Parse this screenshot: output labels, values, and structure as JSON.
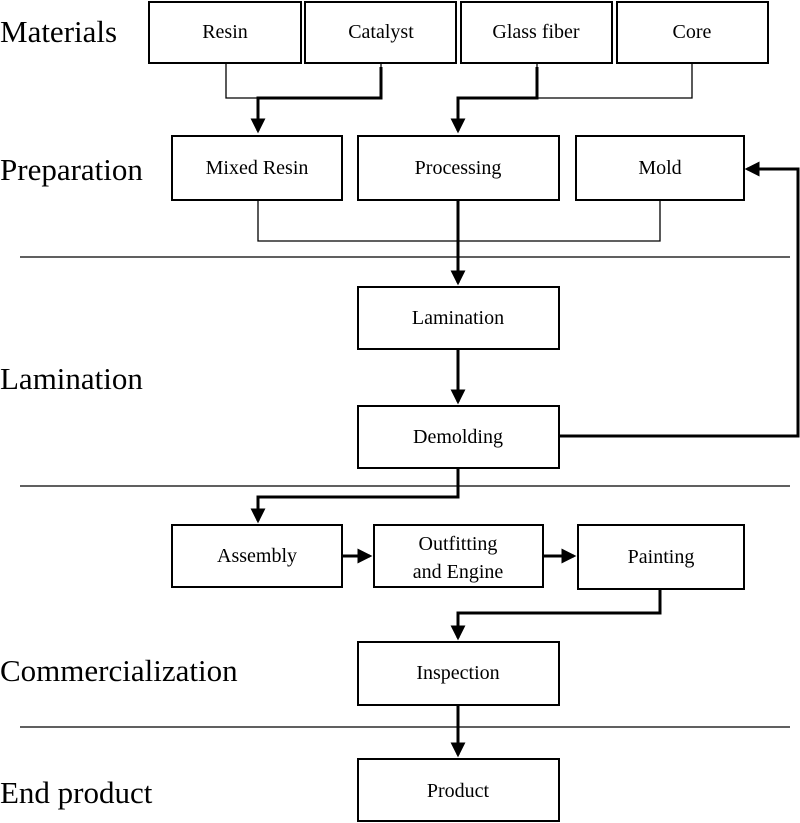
{
  "stages": {
    "materials": "Materials",
    "preparation": "Preparation",
    "lamination": "Lamination",
    "commercialization": "Commercialization",
    "end_product": "End product"
  },
  "boxes": {
    "resin": "Resin",
    "catalyst": "Catalyst",
    "glass_fiber": "Glass fiber",
    "core": "Core",
    "mixed_resin": "Mixed Resin",
    "processing": "Processing",
    "mold": "Mold",
    "lamination": "Lamination",
    "demolding": "Demolding",
    "assembly": "Assembly",
    "outfitting_line1": "Outfitting",
    "outfitting_line2": "and Engine",
    "painting": "Painting",
    "inspection": "Inspection",
    "product": "Product"
  }
}
